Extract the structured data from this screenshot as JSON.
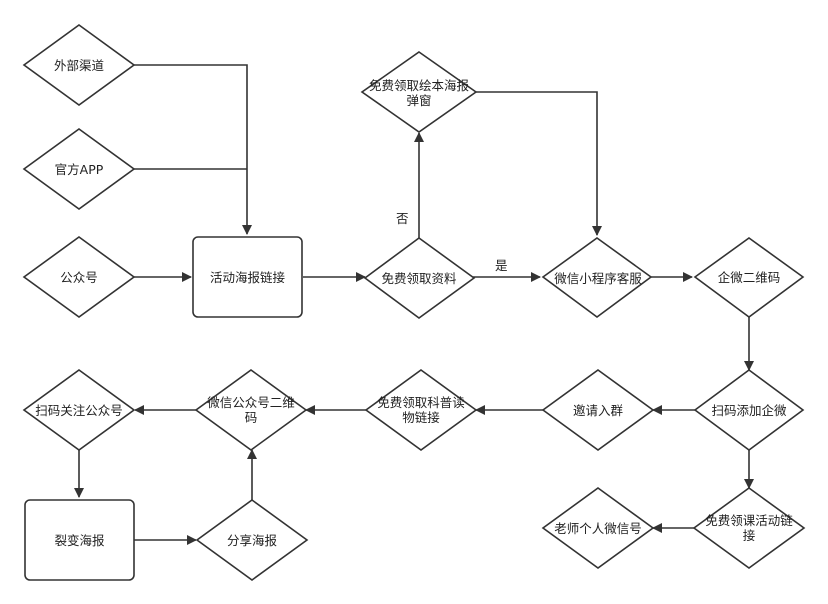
{
  "nodes": {
    "external_channel": "外部渠道",
    "official_app": "官方APP",
    "official_account": "公众号",
    "activity_poster_link": "活动海报链接",
    "free_picture_book_popup": "免费领取绘本海报弹窗",
    "free_materials": "免费领取资料",
    "wechat_mini_program_service": "微信小程序客服",
    "enterprise_wechat_qr": "企微二维码",
    "scan_add_enterprise_wechat": "扫码添加企微",
    "invite_to_group": "邀请入群",
    "free_science_reading_link": "免费领取科普读物链接",
    "wechat_account_qr": "微信公众号二维码",
    "scan_follow_account": "扫码关注公众号",
    "fission_poster": "裂变海报",
    "share_poster": "分享海报",
    "teacher_personal_wechat": "老师个人微信号",
    "free_course_activity_link": "免费领课活动链接"
  },
  "edge_labels": {
    "no": "否",
    "yes": "是"
  }
}
